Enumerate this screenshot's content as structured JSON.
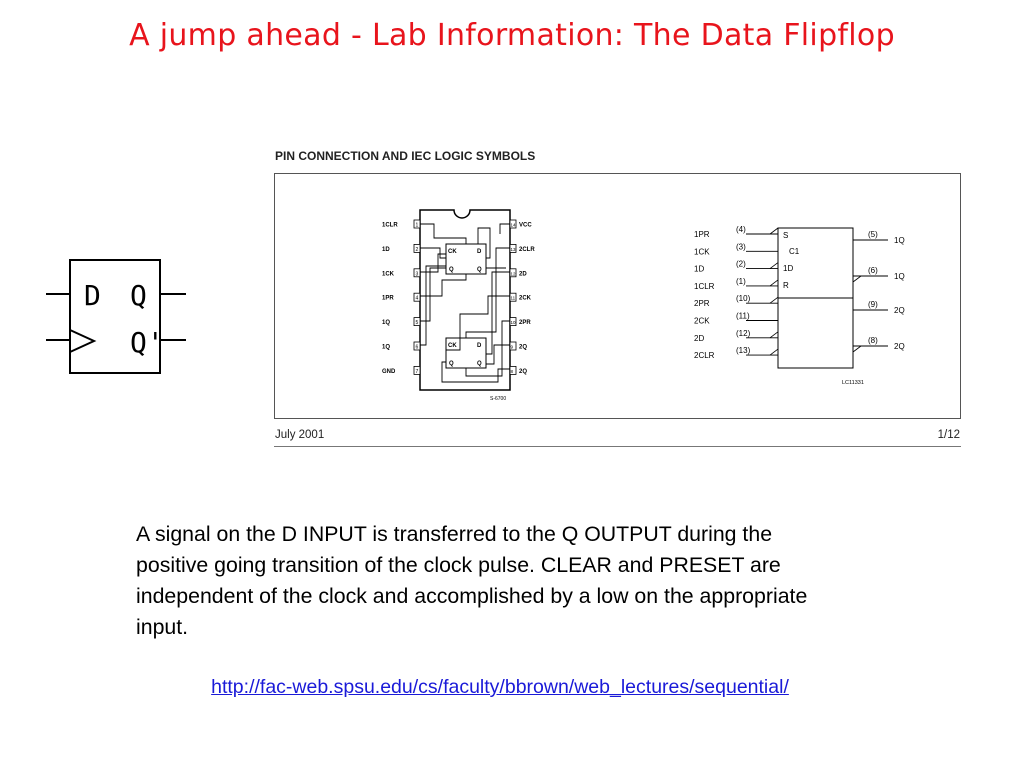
{
  "slide": {
    "title": "A jump ahead - Lab Information: The Data Flipflop"
  },
  "flipflop_symbol": {
    "d_label": "D",
    "q_label": "Q",
    "qbar_label": "Q'"
  },
  "datasheet": {
    "header": "PIN CONNECTION AND IEC LOGIC SYMBOLS",
    "date": "July 2001",
    "page": "1/12",
    "pinout": {
      "left_pins": [
        "1CLR",
        "1D",
        "1CK",
        "1PR",
        "1Q",
        "1Q",
        "GND"
      ],
      "right_pins": [
        "VCC",
        "2CLR",
        "2D",
        "2CK",
        "2PR",
        "2Q",
        "2Q"
      ],
      "left_numbers": [
        "1",
        "2",
        "3",
        "4",
        "5",
        "6",
        "7"
      ],
      "right_numbers": [
        "14",
        "13",
        "12",
        "11",
        "10",
        "9",
        "8"
      ],
      "inner_upper": [
        "CK",
        "D",
        "Q",
        "Q"
      ],
      "inner_lower": [
        "CK",
        "D",
        "Q",
        "Q"
      ],
      "part_code": "S-6700"
    },
    "iec_symbol": {
      "inputs": [
        {
          "label": "1PR",
          "pin": "(4)"
        },
        {
          "label": "1CK",
          "pin": "(3)"
        },
        {
          "label": "1D",
          "pin": "(2)"
        },
        {
          "label": "1CLR",
          "pin": "(1)"
        },
        {
          "label": "2PR",
          "pin": "(10)"
        },
        {
          "label": "2CK",
          "pin": "(11)"
        },
        {
          "label": "2D",
          "pin": "(12)"
        },
        {
          "label": "2CLR",
          "pin": "(13)"
        }
      ],
      "box_labels": [
        "S",
        "C1",
        "1D",
        "R"
      ],
      "outputs": [
        {
          "label": "1Q",
          "pin": "(5)"
        },
        {
          "label": "1Q",
          "pin": "(6)"
        },
        {
          "label": "2Q",
          "pin": "(9)"
        },
        {
          "label": "2Q",
          "pin": "(8)"
        }
      ],
      "code": "LC11331"
    }
  },
  "description": "A signal on the D INPUT is transferred to the Q OUTPUT during the positive going transition of the clock pulse. CLEAR and PRESET are independent of the clock and accomplished by a low on the appropriate input.",
  "link": "http://fac-web.spsu.edu/cs/faculty/bbrown/web_lectures/sequential/"
}
